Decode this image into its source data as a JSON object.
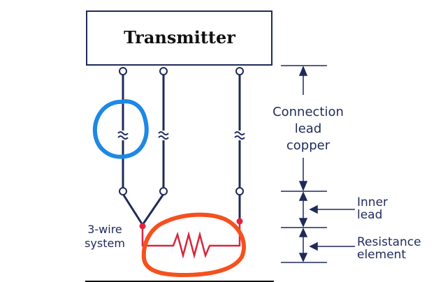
{
  "diagram": {
    "title": "Transmitter",
    "labels": {
      "connection_lead_line1": "Connection",
      "connection_lead_line2": "lead",
      "connection_lead_line3": "copper",
      "inner_lead_line1": "Inner",
      "inner_lead_line2": "lead",
      "resistance_element_line1": "Resistance",
      "resistance_element_line2": "element",
      "system_line1": "3-wire",
      "system_line2": "system"
    },
    "colors": {
      "wire": "#1f2a5a",
      "terminal_dot": "#e8213b",
      "resistor": "#d7263d",
      "annotation_blue": "#1e88e5",
      "annotation_orange": "#f4511e"
    }
  }
}
